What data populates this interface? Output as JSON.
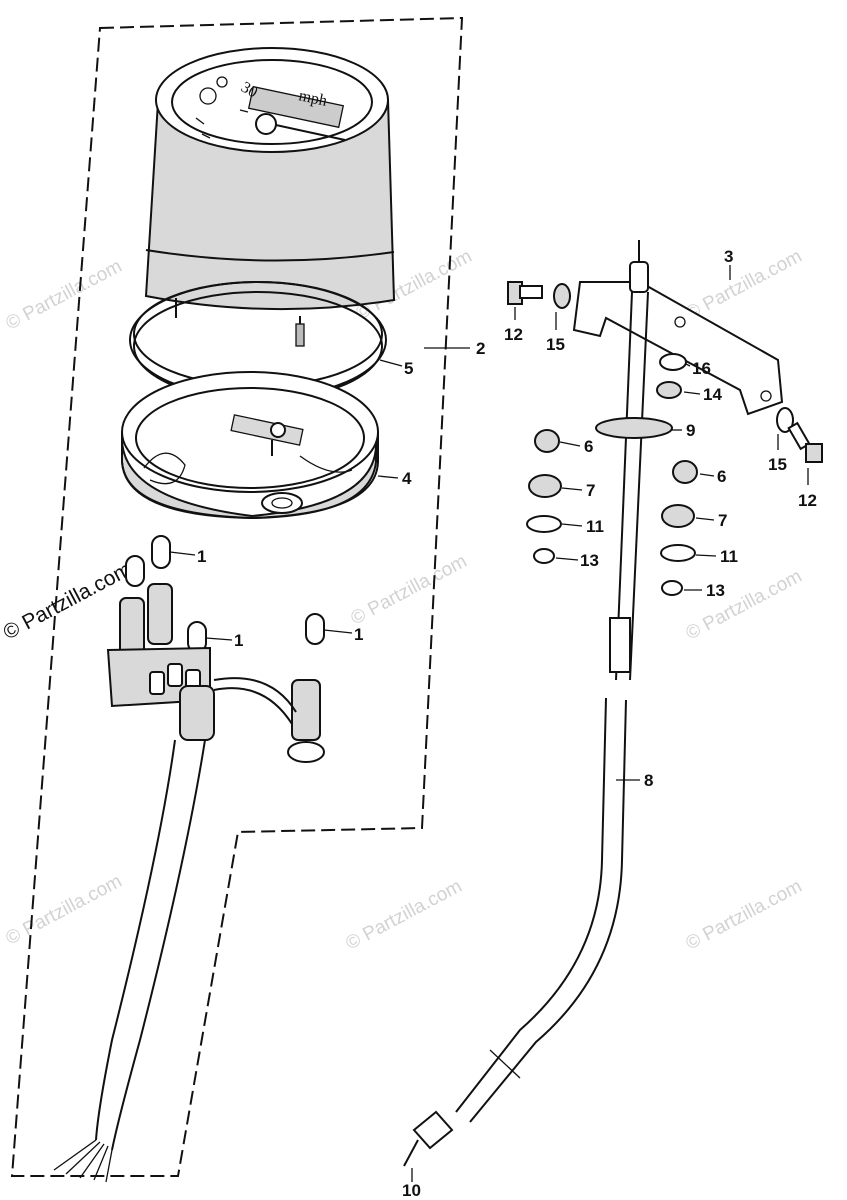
{
  "diagram": {
    "watermark_text": "© Partzilla.com",
    "dial_label": "mph",
    "dial_number": "30",
    "callouts": [
      {
        "id": "c1a",
        "label": "1"
      },
      {
        "id": "c1b",
        "label": "1"
      },
      {
        "id": "c1c",
        "label": "1"
      },
      {
        "id": "c2",
        "label": "2"
      },
      {
        "id": "c3",
        "label": "3"
      },
      {
        "id": "c4",
        "label": "4"
      },
      {
        "id": "c5",
        "label": "5"
      },
      {
        "id": "c6a",
        "label": "6"
      },
      {
        "id": "c6b",
        "label": "6"
      },
      {
        "id": "c7a",
        "label": "7"
      },
      {
        "id": "c7b",
        "label": "7"
      },
      {
        "id": "c8",
        "label": "8"
      },
      {
        "id": "c9",
        "label": "9"
      },
      {
        "id": "c10",
        "label": "10"
      },
      {
        "id": "c11a",
        "label": "11"
      },
      {
        "id": "c11b",
        "label": "11"
      },
      {
        "id": "c12a",
        "label": "12"
      },
      {
        "id": "c12b",
        "label": "12"
      },
      {
        "id": "c13a",
        "label": "13"
      },
      {
        "id": "c13b",
        "label": "13"
      },
      {
        "id": "c14",
        "label": "14"
      },
      {
        "id": "c15a",
        "label": "15"
      },
      {
        "id": "c15b",
        "label": "15"
      },
      {
        "id": "c16",
        "label": "16"
      }
    ]
  }
}
